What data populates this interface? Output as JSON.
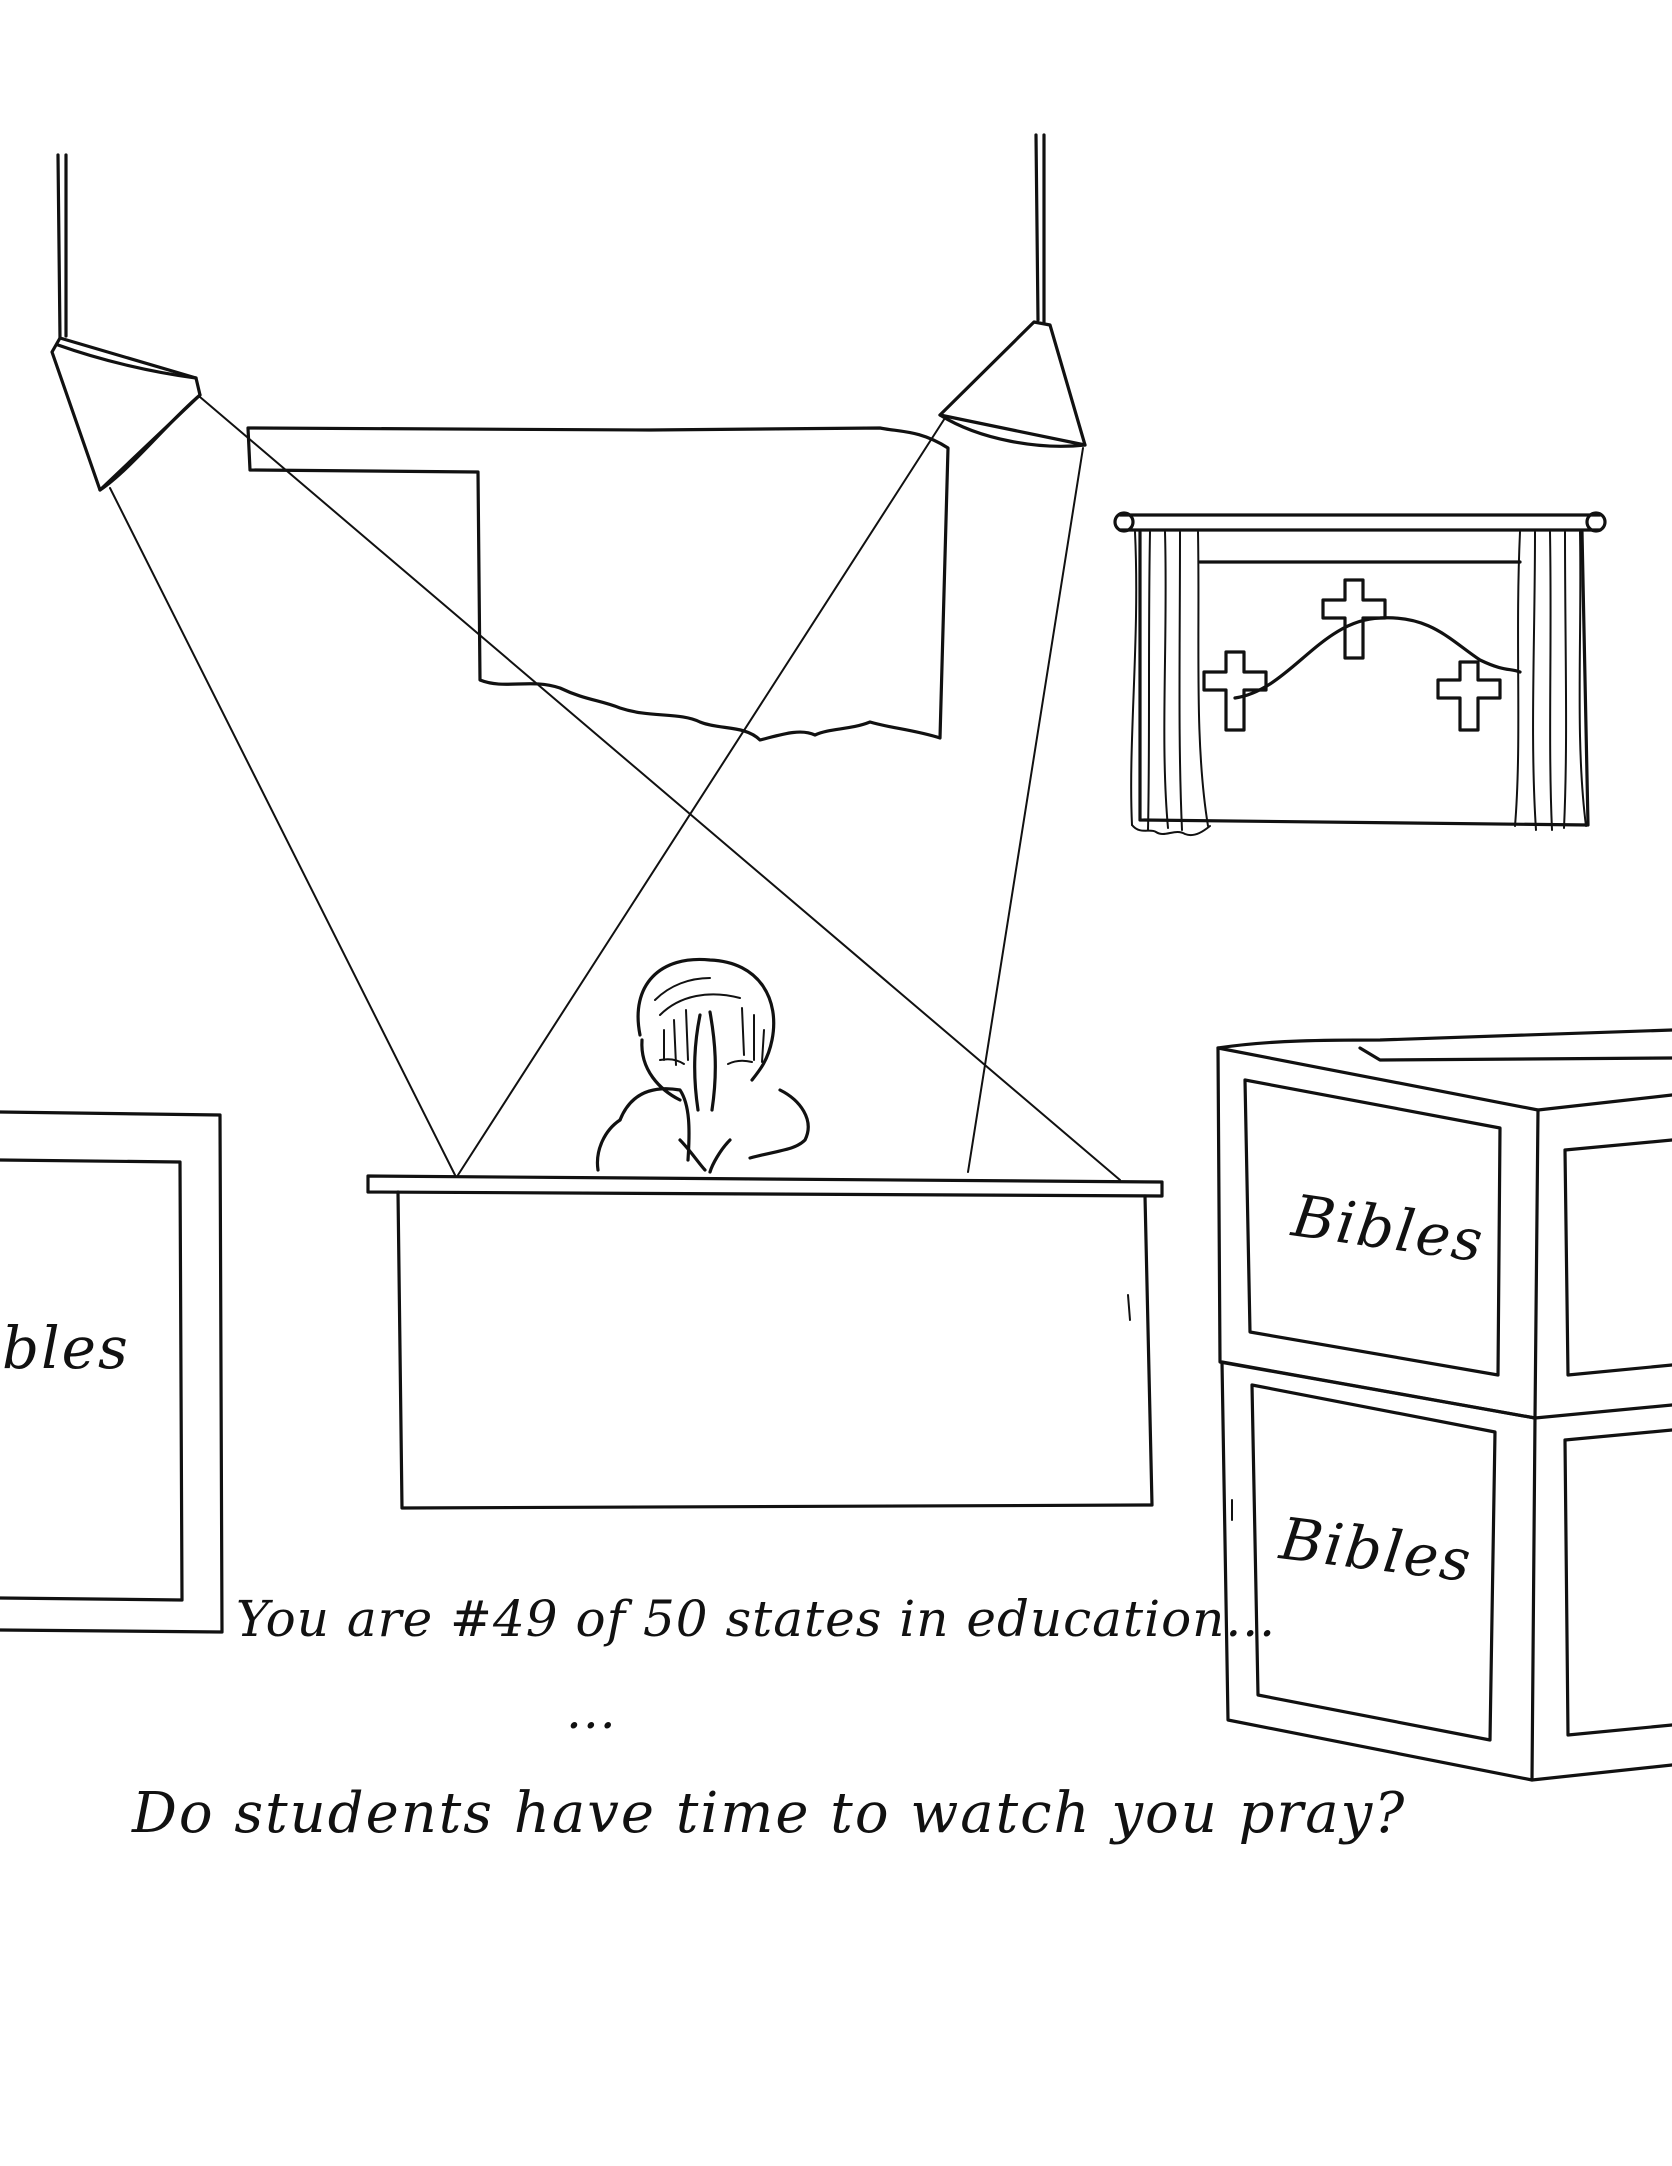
{
  "cartoon": {
    "box_labels": {
      "left": "bles",
      "right_top": "Bibles",
      "right_bottom": "Bibles"
    },
    "caption_line1": "You are #49 of 50 states in education...",
    "caption_ellipsis": "...",
    "caption_line2": "Do students have time to watch you pray?"
  },
  "colors": {
    "ink": "#111111",
    "paper": "#ffffff"
  }
}
